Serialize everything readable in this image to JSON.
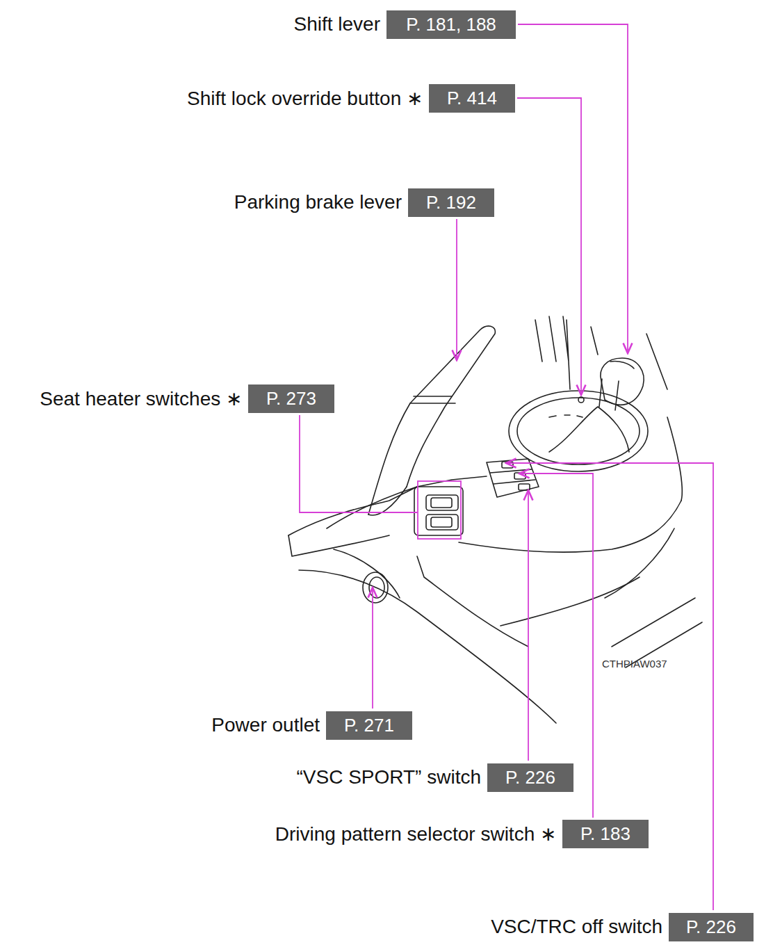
{
  "diagram": {
    "nodes": [
      {
        "text": [
          "Shift lever",
          "P. 181, 188"
        ]
      },
      {
        "text": [
          "Shift lock override button ∗",
          "P. 414"
        ]
      },
      {
        "text": [
          "Parking brake lever",
          "P. 192"
        ]
      },
      {
        "text": [
          "Seat heater switches ∗",
          "P. 273"
        ]
      },
      {
        "text": [
          "Power outlet",
          "P. 271"
        ]
      },
      {
        "text": [
          "“VSC SPORT” switch",
          "P. 226"
        ]
      },
      {
        "text": [
          "Driving pattern selector switch ∗",
          "P. 183"
        ]
      },
      {
        "text": [
          "VSC/TRC off switch",
          "P. 226"
        ]
      }
    ],
    "labels": [
      "CTHPIAW037"
    ]
  }
}
